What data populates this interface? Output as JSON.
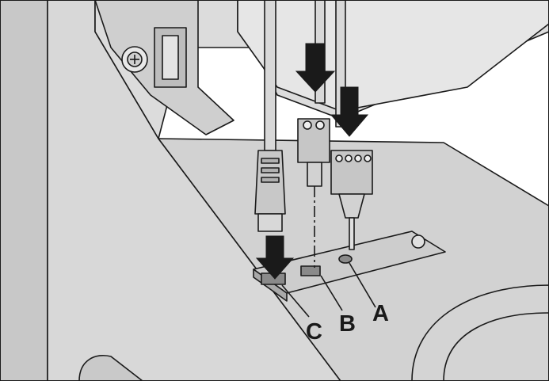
{
  "callouts": {
    "a": "A",
    "b": "B",
    "c": "C"
  },
  "colors": {
    "background": "#ffffff",
    "panel": "#d6d6d6",
    "panel_dark": "#b9b9b9",
    "outline": "#1a1a1a",
    "arrow": "#1a1a1a"
  },
  "icons": {
    "rj45": "ethernet-connector-icon",
    "terminal_two_pin": "two-pin-terminal-block-icon",
    "terminal_four_pin": "four-pin-terminal-block-icon",
    "push_arrow": "down-arrow-icon"
  }
}
